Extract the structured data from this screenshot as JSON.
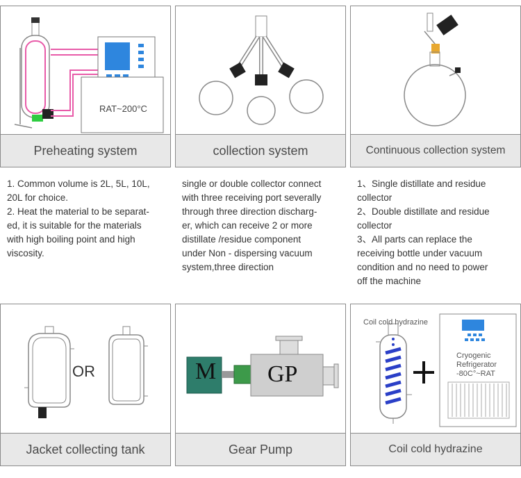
{
  "top_row": {
    "cards": [
      {
        "caption": "Preheating system",
        "display_text": "RAT~200°C"
      },
      {
        "caption": "collection system"
      },
      {
        "caption": "Continuous collection system"
      }
    ],
    "descriptions": [
      "1. Common volume is 2L, 5L, 10L,\n20L for choice.\n2. Heat the material to be separat-\ned, it is suitable for the materials\nwith high boiling point and high\nviscosity.",
      "single or double collector connect\nwith three receiving port severally\nthrough three direction discharg-\ner, which can receive 2 or more\ndistillate /residue component\nunder Non - dispersing vacuum\nsystem,three direction",
      "1、Single distillate and residue\ncollector\n2、Double distillate and residue\ncollector\n3、All parts can replace the\nreceiving bottle under vacuum\ncondition and no need to power\noff the machine"
    ]
  },
  "bottom_row": {
    "cards": [
      {
        "caption": "Jacket collecting tank",
        "or_label": "OR"
      },
      {
        "caption": "Gear Pump",
        "motor_label": "M",
        "pump_label": "GP"
      },
      {
        "caption": "Coil cold hydrazine",
        "coil_label": "Coil cold hydrazine",
        "refrigerator_label_1": "Cryogenic",
        "refrigerator_label_2": "Refrigerator",
        "refrigerator_label_3": "-80C°~RAT"
      }
    ]
  },
  "colors": {
    "heating_pink": "#e85aa8",
    "screen_blue": "#2e86de",
    "motor_green": "#2e7d6b",
    "coil_blue": "#2a3fc7",
    "caption_bg": "#e8e8e8"
  }
}
